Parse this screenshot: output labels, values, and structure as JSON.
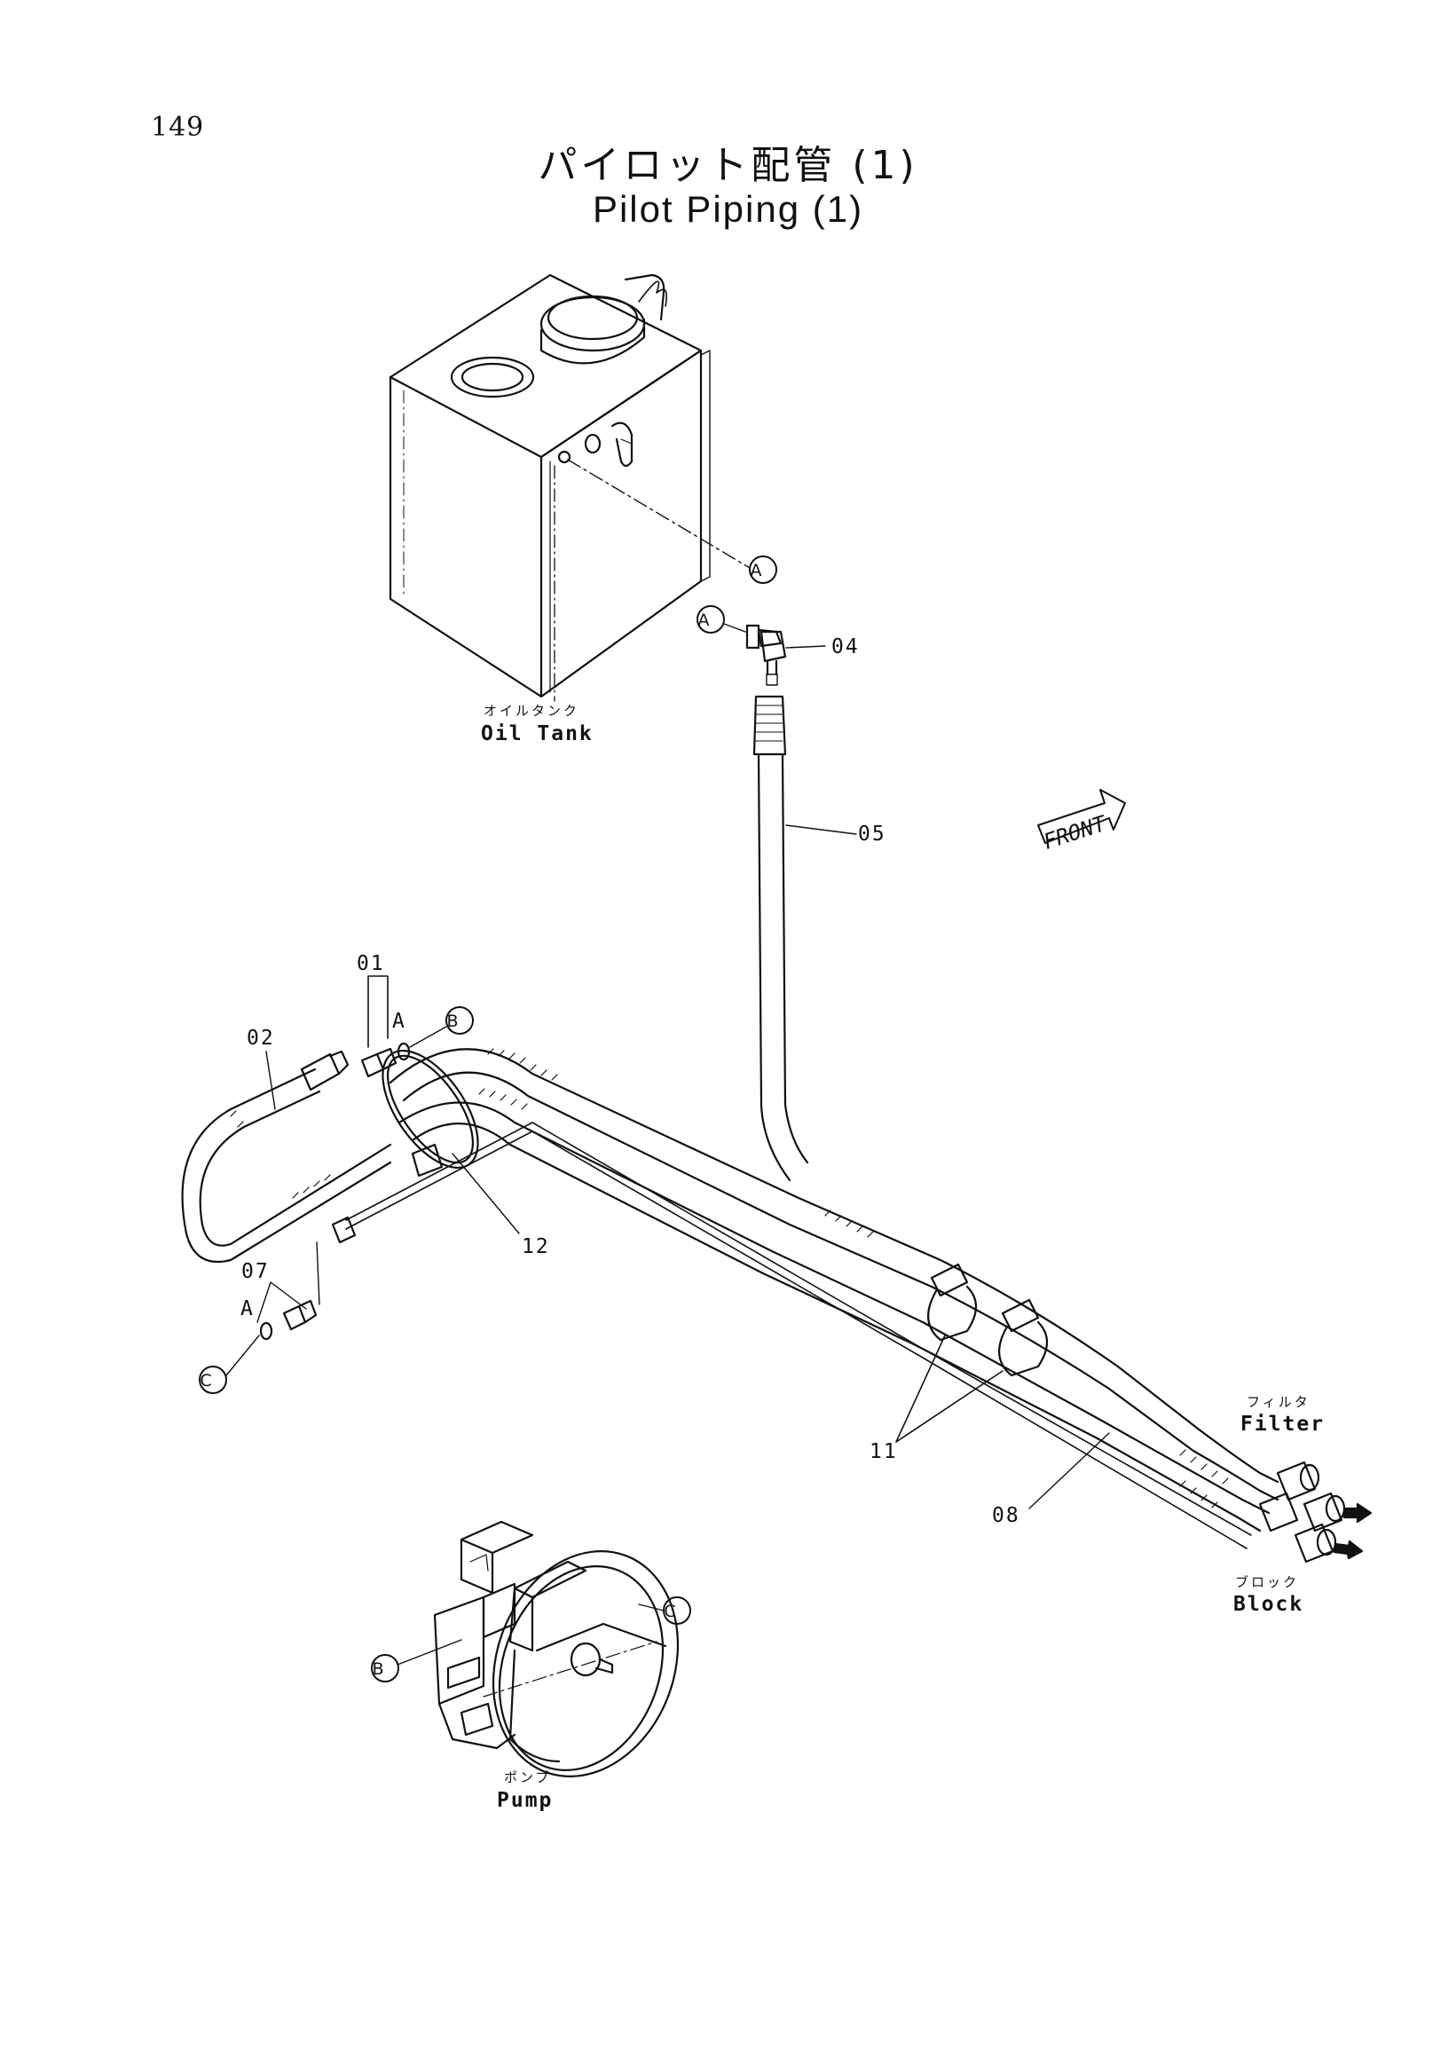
{
  "page_number": "149",
  "title": {
    "japanese": "パイロット配管 (1)",
    "english": "Pilot Piping (1)"
  },
  "components": {
    "oil_tank": {
      "jp": "オイルタンク",
      "en": "Oil Tank"
    },
    "pump": {
      "jp": "ポンプ",
      "en": "Pump"
    },
    "filter": {
      "jp": "フィルタ",
      "en": "Filter"
    },
    "block": {
      "jp": "ブロック",
      "en": "Block"
    }
  },
  "front_marker": "FRONT",
  "part_numbers": {
    "p01": "01",
    "p02": "02",
    "p04": "04",
    "p05": "05",
    "p07": "07",
    "p08": "08",
    "p11": "11",
    "p12": "12"
  },
  "connection_refs": {
    "a": "A",
    "b": "B",
    "c": "C"
  },
  "oring_label": "A"
}
